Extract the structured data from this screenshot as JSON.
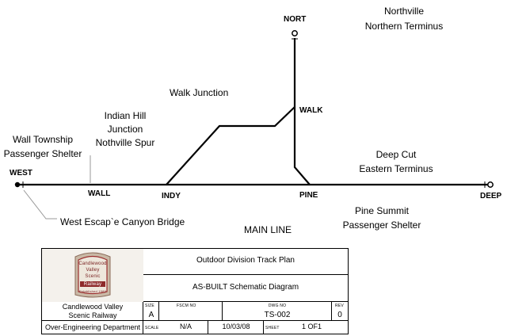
{
  "nodes": {
    "nort": "NORT",
    "walk": "WALK",
    "west": "WEST",
    "wall": "WALL",
    "indy": "INDY",
    "pine": "PINE",
    "deep": "DEEP"
  },
  "labels": {
    "northville": [
      "Northville",
      "Northern Terminus"
    ],
    "walk_junction": "Walk Junction",
    "indian_hill": [
      "Indian Hill",
      "Junction",
      "Nothville Spur"
    ],
    "wall_township": [
      "Wall Township",
      "Passenger Shelter"
    ],
    "deep_cut": [
      "Deep Cut",
      "Eastern Terminus"
    ],
    "west_escape": "West Escap`e Canyon Bridge",
    "pine_summit": [
      "Pine Summit",
      "Passenger Shelter"
    ],
    "main_line": "MAIN LINE"
  },
  "title_block": {
    "logo_text": [
      "Candlewood",
      "Valley",
      "Scenic",
      "Railway",
      "Established 1983"
    ],
    "title_1": "Outdoor Division Track Plan",
    "title_2": "AS-BUILT Schematic Diagram",
    "company": [
      "Candlewood Valley",
      "Scenic Railway"
    ],
    "department": "Over-Engineering Department",
    "size_label": "SIZE",
    "size_value": "A",
    "fscm_label": "FSCM NO",
    "dwg_label": "DWG NO",
    "dwg_value": "TS-002",
    "rev_label": "REV",
    "rev_value": "0",
    "scale_label": "SCALE",
    "scale_value": "N/A",
    "date_value": "10/03/08",
    "sheet_label": "SHEET",
    "sheet_value": "1 OF1"
  }
}
